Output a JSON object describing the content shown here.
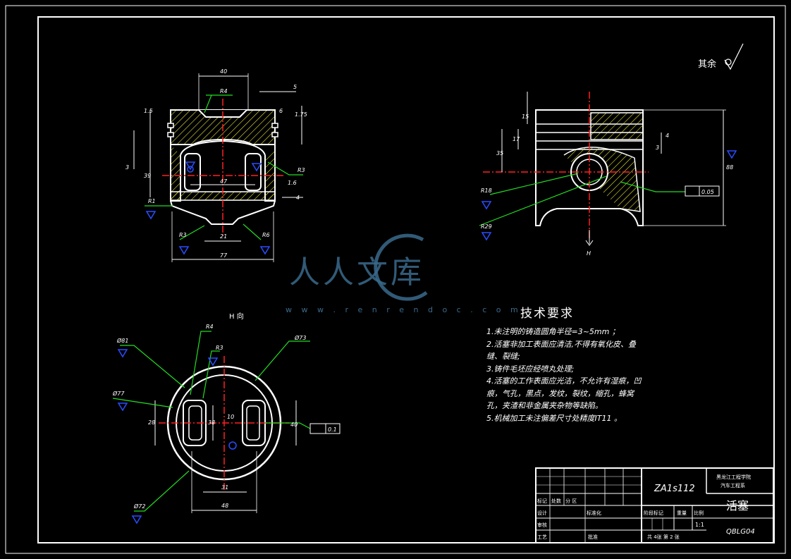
{
  "roughness_note": "其余",
  "view_label_h": "H 向",
  "section_letter_h": "H",
  "tech_requirements": {
    "title": "技术要求",
    "items": [
      "1.未注明的铸造圆角半径=3~5mm ；",
      "2.活塞非加工表面应清洁,不得有氧化皮、叠",
      "   缝、裂缝;",
      "3.铸件毛坯应经喷丸处理;",
      "4.活塞的工作表面应光洁，不允许有湿痕，凹",
      "   痕，气孔，黑点，发纹，裂纹，缩孔，蜂窝",
      "   孔，夹渣和非金属夹杂物等缺陷。",
      "5.机械加工未注偏差尺寸处精度IT11 。"
    ]
  },
  "dimensions": {
    "top_width": "40",
    "dim_5": "5",
    "dim_1_5": "1.5",
    "dim_6": "6",
    "dim_1_75": "1.75",
    "dim_3": "3",
    "dim_39": "39",
    "dim_47": "47",
    "dim_1_6": "1.6",
    "dim_4": "4",
    "dim_21": "21",
    "dim_77": "77",
    "dim_R4": "R4",
    "dim_R3": "R3",
    "dim_R1": "R1",
    "dim_R6": "R6",
    "dim_15": "15",
    "dim_17": "17",
    "dim_35": "35",
    "dim_88": "88",
    "dim_R18": "R18",
    "dim_R29": "R29",
    "tol_value_1": "0.05",
    "dim_phi81": "Ø81",
    "dim_phi77": "Ø77",
    "dim_phi72": "Ø72",
    "dim_phi73": "Ø73",
    "dim_R4_b": "R4",
    "dim_R3_b": "R3",
    "dim_28": "28",
    "dim_38": "38",
    "dim_10": "10",
    "dim_40": "40",
    "dim_31": "31",
    "dim_48": "48",
    "tol_value_2": "0.1"
  },
  "title_block": {
    "drawing_no": "ZA1s112",
    "school": "黑龙江工程学院",
    "department": "汽车工程系",
    "part_name": "活塞",
    "code": "QBLG04",
    "scale": "1:1",
    "sheets": "共 4张  第 2 张",
    "stage_label": "阶段标记",
    "weight_label": "重量",
    "scale_label": "比例",
    "marks": "标记",
    "count": "处数",
    "zone": "分 区",
    "design": "设计",
    "std": "标准化",
    "review": "审核",
    "process": "工艺",
    "approve": "批准"
  },
  "watermark": {
    "text": "人人文库",
    "url": "w w w . r e n r e n d o c . c o m"
  },
  "colors": {
    "background": "#000000",
    "line": "#ffffff",
    "center_line": "#ff2020",
    "hatch": "#e8e83a",
    "leader": "#22dd22",
    "roughness_mark": "#2a4cff",
    "watermark": "#3a6a8c"
  }
}
